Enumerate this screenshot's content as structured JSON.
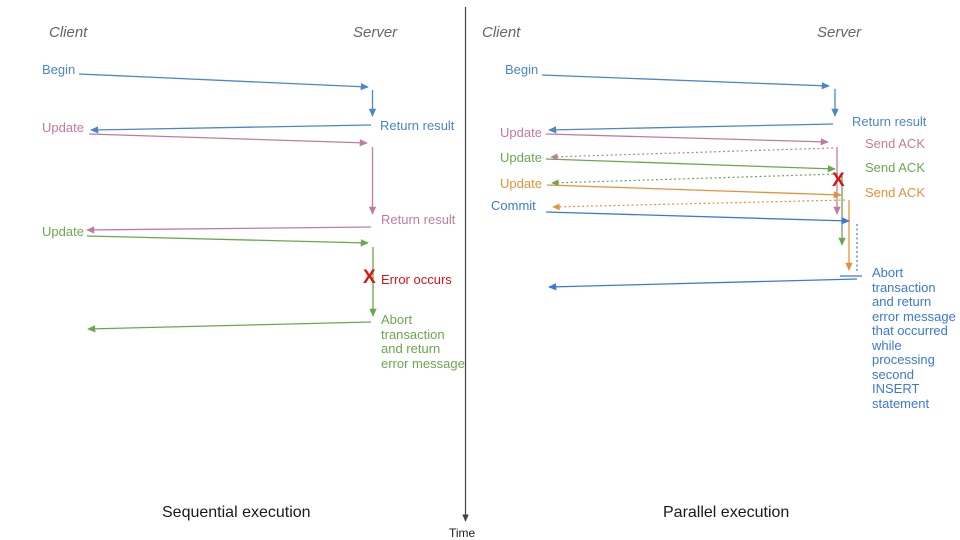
{
  "colors": {
    "blue": "#4a86c8",
    "commit_blue": "#3c78d8",
    "pink": "#c27ba0",
    "green": "#6aa84f",
    "orange": "#e69138",
    "red": "#e01111",
    "header_gray": "#666666",
    "axis_dark": "#444444"
  },
  "time_axis": {
    "label": "Time"
  },
  "left_panel": {
    "caption": "Sequential execution",
    "client_header": "Client",
    "server_header": "Server",
    "begin_label": "Begin",
    "return_result_1_label": "Return result",
    "update_1_label": "Update",
    "return_result_2_label": "Return result",
    "update_2_label": "Update",
    "error_mark": "X",
    "error_label": "Error occurs",
    "abort_label": "Abort\ntransaction\nand return\nerror message"
  },
  "right_panel": {
    "caption": "Parallel execution",
    "client_header": "Client",
    "server_header": "Server",
    "begin_label": "Begin",
    "return_result_label": "Return result",
    "update_1_label": "Update",
    "send_ack_1_label": "Send ACK",
    "update_2_label": "Update",
    "send_ack_2_label": "Send ACK",
    "update_3_label": "Update",
    "send_ack_3_label": "Send ACK",
    "commit_label": "Commit",
    "error_mark": "X",
    "abort_label": "Abort\ntransaction\nand return\nerror message\nthat occurred\nwhile\nprocessing\nsecond\nINSERT\nstatement"
  }
}
